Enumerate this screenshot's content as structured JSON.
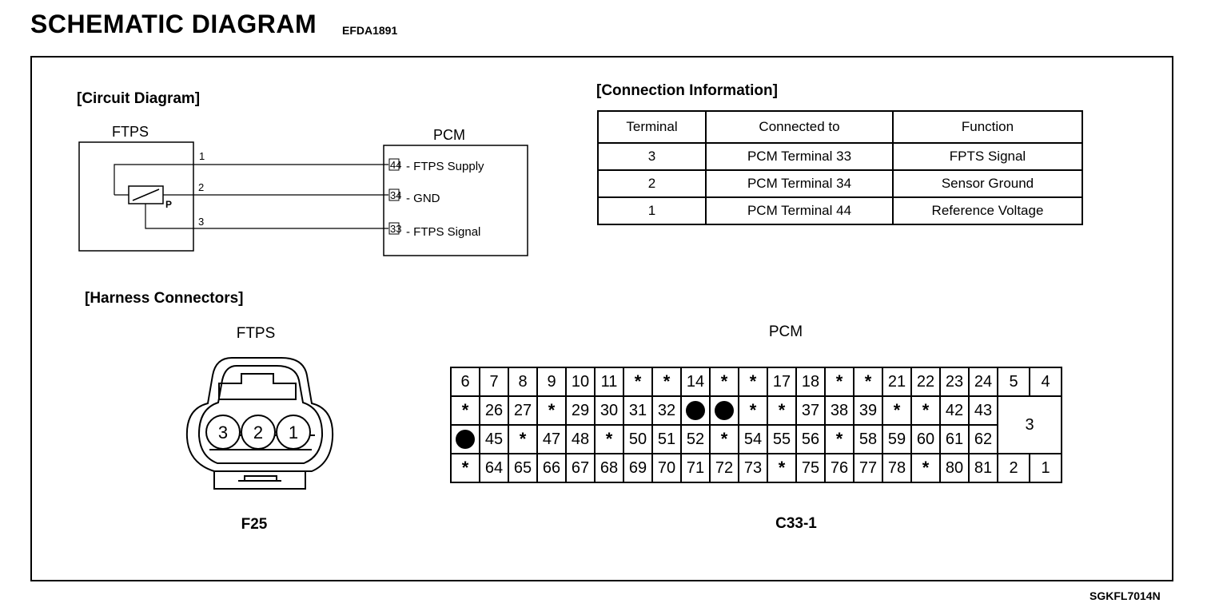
{
  "header": {
    "title": "SCHEMATIC DIAGRAM",
    "doc_code": "EFDA1891",
    "ref_code": "SGKFL7014N"
  },
  "circuit": {
    "section_title": "[Circuit Diagram]",
    "ftps_label": "FTPS",
    "pcm_label": "PCM",
    "sensor_symbol": "P",
    "wires": [
      {
        "pin": "1",
        "pcm_terminal": "44",
        "signal": "FTPS Supply"
      },
      {
        "pin": "2",
        "pcm_terminal": "34",
        "signal": "GND"
      },
      {
        "pin": "3",
        "pcm_terminal": "33",
        "signal": "FTPS Signal"
      }
    ]
  },
  "connection_info": {
    "section_title": "[Connection Information]",
    "headers": [
      "Terminal",
      "Connected to",
      "Function"
    ],
    "rows": [
      [
        "3",
        "PCM Terminal 33",
        "FPTS Signal"
      ],
      [
        "2",
        "PCM Terminal 34",
        "Sensor Ground"
      ],
      [
        "1",
        "PCM Terminal 44",
        "Reference Voltage"
      ]
    ]
  },
  "harness": {
    "section_title": "[Harness Connectors]",
    "ftps": {
      "label": "FTPS",
      "pins": [
        "3",
        "2",
        "1"
      ],
      "code": "F25"
    },
    "pcm": {
      "label": "PCM",
      "code": "C33-1",
      "big_cell": "3",
      "rows": [
        [
          "6",
          "7",
          "8",
          "9",
          "10",
          "11",
          "*",
          "*",
          "14",
          "*",
          "*",
          "17",
          "18",
          "*",
          "*",
          "21",
          "22",
          "23",
          "24",
          "5",
          "4"
        ],
        [
          "*",
          "26",
          "27",
          "*",
          "29",
          "30",
          "31",
          "32",
          "●",
          "●",
          "*",
          "*",
          "37",
          "38",
          "39",
          "*",
          "*",
          "42",
          "43"
        ],
        [
          "●",
          "45",
          "*",
          "47",
          "48",
          "*",
          "50",
          "51",
          "52",
          "*",
          "54",
          "55",
          "56",
          "*",
          "58",
          "59",
          "60",
          "61",
          "62"
        ],
        [
          "*",
          "64",
          "65",
          "66",
          "67",
          "68",
          "69",
          "70",
          "71",
          "72",
          "73",
          "*",
          "75",
          "76",
          "77",
          "78",
          "*",
          "80",
          "81",
          "2",
          "1"
        ]
      ]
    }
  }
}
